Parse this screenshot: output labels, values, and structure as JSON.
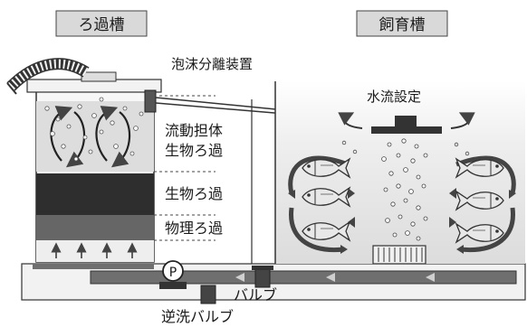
{
  "labels": {
    "filter_tank": "ろ過槽",
    "breeding_tank": "飼育槽",
    "foam_separator": "泡沫分離装置",
    "water_flow": "水流設定",
    "fluidized_bio_1": "流動担体",
    "fluidized_bio_2": "生物ろ過",
    "bio_filter": "生物ろ過",
    "physical_filter": "物理ろ過",
    "pump": "P",
    "valve": "バルブ",
    "backwash_valve": "逆洗バルブ"
  },
  "colors": {
    "dark_layer": "#2e2e2e",
    "mid_layer": "#666666",
    "pipe": "#6f6f6f",
    "fish": "#e6e6e6",
    "water": "#f0f0f0"
  }
}
